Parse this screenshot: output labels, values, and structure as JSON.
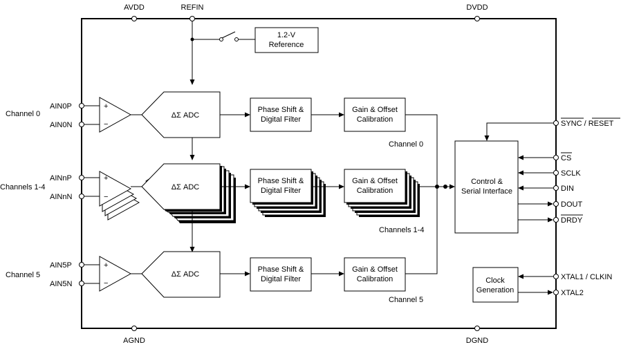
{
  "pins": {
    "avdd": "AVDD",
    "refin": "REFIN",
    "dvdd": "DVDD",
    "agnd": "AGND",
    "dgnd": "DGND",
    "ain0p": "AIN0P",
    "ain0n": "AIN0N",
    "ainnp": "AINnP",
    "ainnn": "AINnN",
    "ain5p": "AIN5P",
    "ain5n": "AIN5N",
    "sync_reset": "SYNC / RESET",
    "cs": "CS",
    "sclk": "SCLK",
    "din": "DIN",
    "dout": "DOUT",
    "drdy": "DRDY",
    "xtal1": "XTAL1 / CLKIN",
    "xtal2": "XTAL2"
  },
  "channels": {
    "ch0": "Channel 0",
    "ch14": "Channels 1-4",
    "ch5": "Channel 5"
  },
  "blocks": {
    "reference": [
      "1.2-V",
      "Reference"
    ],
    "adc": "ΔΣ ADC",
    "phase": [
      "Phase Shift &",
      "Digital Filter"
    ],
    "gain": [
      "Gain & Offset",
      "Calibration"
    ],
    "control": [
      "Control &",
      "Serial Interface"
    ],
    "clock": [
      "Clock",
      "Generation"
    ]
  },
  "amp_signs": {
    "plus": "+",
    "minus": "−"
  }
}
